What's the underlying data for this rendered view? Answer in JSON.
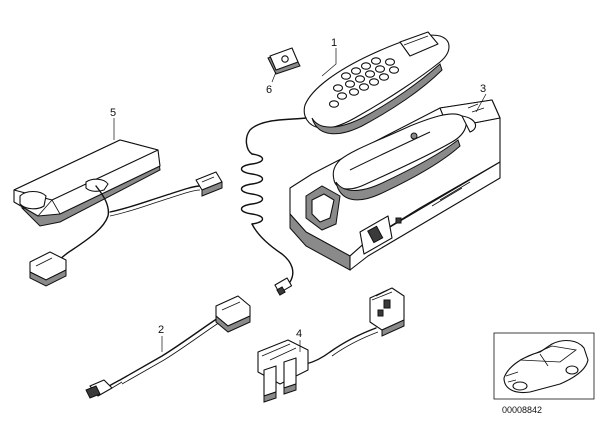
{
  "callouts": {
    "c1": "1",
    "c2": "2",
    "c3": "3",
    "c4": "4",
    "c5": "5",
    "c6": "6"
  },
  "doc_number": "00008842",
  "colors": {
    "line": "#111111",
    "shade": "#8a8a8a",
    "background": "#ffffff"
  }
}
